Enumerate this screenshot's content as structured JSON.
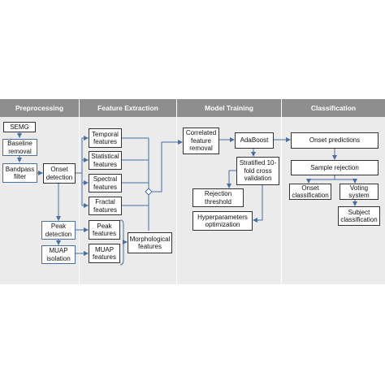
{
  "headers": [
    "Preprocessing",
    "Feature Extraction",
    "Model Training",
    "Classification"
  ],
  "preprocessing": {
    "semg": "SEMG",
    "baseline_removal": "Baseline removal",
    "bandpass_filter": "Bandpass filter",
    "onset_detection": "Onset detection",
    "peak_detection": "Peak detection",
    "muap_isolation": "MUAP isolation"
  },
  "feature_extraction": {
    "temporal": "Temporal features",
    "statistical": "Statistical features",
    "spectral": "Spectral features",
    "fractal": "Fractal features",
    "peak": "Peak features",
    "muap": "MUAP features",
    "morphological": "Morphological features"
  },
  "model_training": {
    "correlated": "Correlated feature removal",
    "adaboost": "AdaBoost",
    "cross_validation": "Stratified 10-fold cross validation",
    "rejection_threshold": "Rejection threshold",
    "hyperparameters": "Hyperparameters optimization"
  },
  "classification": {
    "onset_predictions": "Onset predictions",
    "sample_rejection": "Sample rejection",
    "onset_classification": "Onset classification",
    "voting_system": "Voting system",
    "subject_classification": "Subject classification"
  },
  "colors": {
    "header": "#8e8e8e",
    "panel": "#ebebeb",
    "connector": "#4a6fa5"
  }
}
